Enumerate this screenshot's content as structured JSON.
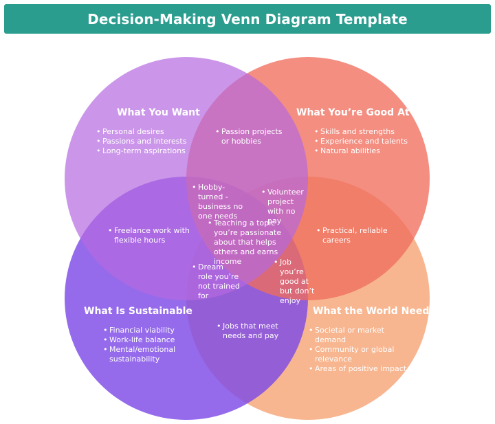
{
  "title": "Decision-Making Venn Diagram Template",
  "colors": {
    "banner": "#2a9d8f",
    "want": "#b56ae0",
    "good_at": "#ef6e5e",
    "sustainable": "#7e4ae6",
    "world_needs": "#f5a677"
  },
  "circles": {
    "want": {
      "title": "What You Want",
      "items": [
        "Personal desires",
        "Passions and interests",
        "Long-term aspirations"
      ]
    },
    "good_at": {
      "title": "What You’re Good At",
      "items": [
        "Skills and strengths",
        "Experience and talents",
        "Natural abilities"
      ]
    },
    "sustainable": {
      "title": "What Is Sustainable",
      "items": [
        "Financial viability",
        "Work-life balance",
        "Mental/emotional sustainability"
      ]
    },
    "world_needs": {
      "title": "What the World Needs",
      "items": [
        "Societal or market demand",
        "Community or global relevance",
        "Areas of positive impact"
      ]
    }
  },
  "overlaps": {
    "want_good": "Passion projects or hobbies",
    "want_sustainable": "Freelance work with flexible hours",
    "good_world": "Practical, reliable careers",
    "sustainable_world": "Jobs that meet needs and pay",
    "hobby_business": "Hobby-turned -business no one needs",
    "volunteer": "Volunteer project with no pay",
    "teaching": "Teaching a topic you’re passionate about that helps others and earns income",
    "dream_role": "Dream role you’re not trained for",
    "job_good": "Job you’re good at but don’t enjoy"
  }
}
